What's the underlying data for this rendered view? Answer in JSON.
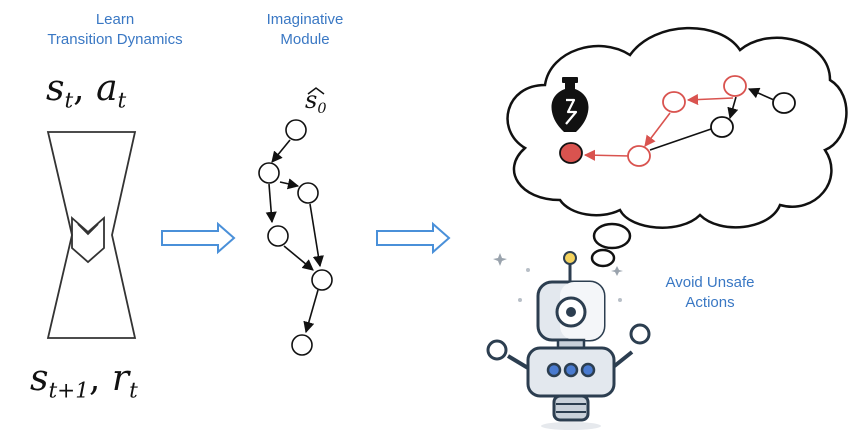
{
  "captions": {
    "learn_line1": "Learn",
    "learn_line2": "Transition Dynamics",
    "imag_line1": "Imaginative",
    "imag_line2": "Module",
    "avoid_line1": "Avoid Unsafe",
    "avoid_line2": "Actions"
  },
  "math": {
    "input_s": "s",
    "input_s_sub": "t",
    "input_sep": ", ",
    "input_a": "a",
    "input_a_sub": "t",
    "output_s": "s",
    "output_s_sub": "t+1",
    "output_sep": ", ",
    "output_r": "r",
    "output_r_sub": "t",
    "start_state": "s",
    "start_state_sub": "0"
  },
  "colors": {
    "caption_blue": "#3a78c4",
    "unsafe_red": "#d9534f",
    "arrow_blue": "#4a90d9"
  },
  "icons": {
    "broken_vase": "broken-vase-icon",
    "robot": "robot-icon",
    "thought_cloud": "thought-cloud"
  }
}
